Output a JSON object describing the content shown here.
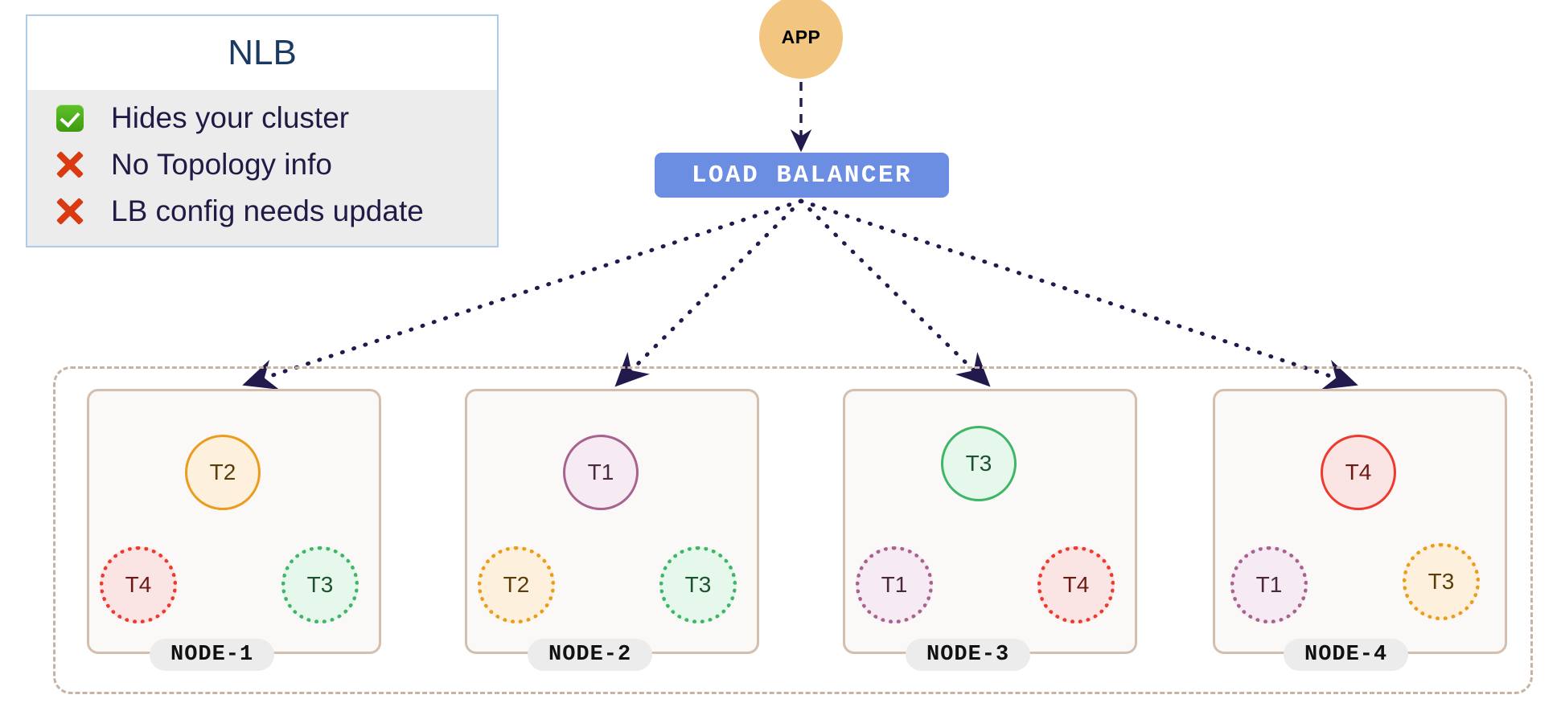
{
  "legend": {
    "title": "NLB",
    "rows": [
      {
        "mark": "check-icon",
        "text": "Hides your cluster"
      },
      {
        "mark": "cross-icon",
        "text": "No Topology info"
      },
      {
        "mark": "cross-icon",
        "text": "LB config needs update"
      }
    ]
  },
  "app": {
    "label": "APP"
  },
  "load_balancer": {
    "label": "LOAD  BALANCER"
  },
  "nodes": [
    {
      "name": "NODE-1",
      "leader": {
        "label": "T2",
        "color": "orange"
      },
      "replicas": [
        {
          "label": "T4",
          "color": "red"
        },
        {
          "label": "T3",
          "color": "green"
        }
      ]
    },
    {
      "name": "NODE-2",
      "leader": {
        "label": "T1",
        "color": "purple"
      },
      "replicas": [
        {
          "label": "T2",
          "color": "orange"
        },
        {
          "label": "T3",
          "color": "green"
        }
      ]
    },
    {
      "name": "NODE-3",
      "leader": {
        "label": "T3",
        "color": "green"
      },
      "replicas": [
        {
          "label": "T1",
          "color": "purple"
        },
        {
          "label": "T4",
          "color": "red"
        }
      ]
    },
    {
      "name": "NODE-4",
      "leader": {
        "label": "T4",
        "color": "red"
      },
      "replicas": [
        {
          "label": "T1",
          "color": "purple"
        },
        {
          "label": "T3",
          "color": "orange"
        }
      ]
    }
  ],
  "colors": {
    "app_fill": "#f2c680",
    "lb_fill": "#6b8ee3",
    "edge": "#221a4d",
    "cluster_border": "#c8b3a3",
    "node_border": "#d4bfae",
    "node_fill": "#fbf9f7",
    "legend_border": "#aecbe8",
    "legend_body": "#ececec",
    "legend_title_text": "#1b3a63",
    "legend_text": "#211a45",
    "check_green": "#4faf1c",
    "cross_red": "#d93a10"
  }
}
